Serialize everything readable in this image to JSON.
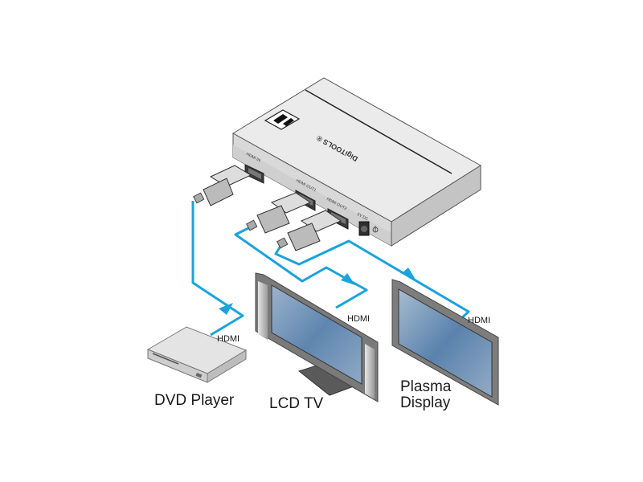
{
  "device": {
    "brand_text": "DigiTOOLS ®",
    "ports": {
      "hdmi_in": "HDMI IN",
      "hdmi_out1": "HDMI OUT1",
      "hdmi_out2": "HDMI OUT2",
      "power": "5V DC"
    },
    "logo": "Kramer K logo"
  },
  "sources": [
    {
      "name": "DVD Player",
      "cable_label": "HDMI"
    }
  ],
  "displays": [
    {
      "name": "LCD TV",
      "cable_label": "HDMI"
    },
    {
      "name_line1": "Plasma",
      "name_line2": "Display",
      "cable_label": "HDMI"
    }
  ],
  "colors": {
    "cable": "#1aa3dc",
    "device_top": "#e9e9e9",
    "device_front": "#d8d8d8",
    "device_side": "#c6c6c6",
    "screen": "#6d8fb3",
    "bezel": "#7a7a7a"
  }
}
